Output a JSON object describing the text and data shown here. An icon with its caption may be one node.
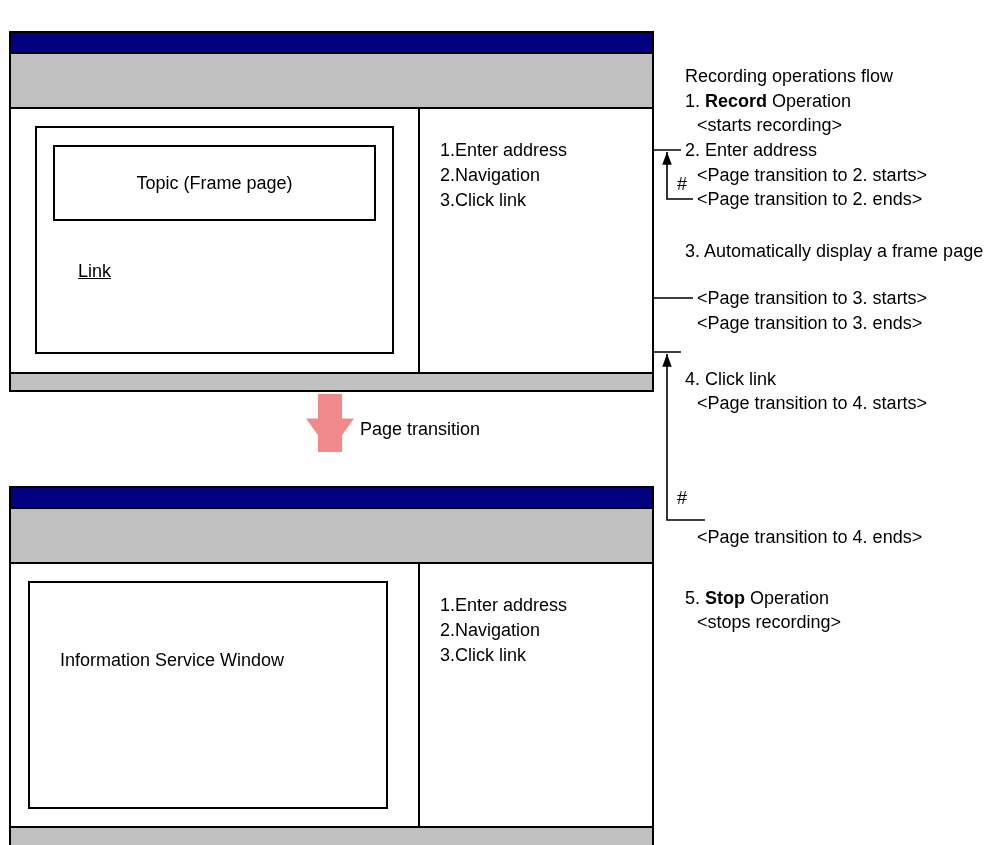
{
  "diagram": {
    "nodes": [
      {
        "text": [],
        "shape": "box"
      },
      {
        "text": [],
        "shape": "bar",
        "in": 0
      },
      {
        "text": [],
        "shape": "bar",
        "in": 0
      },
      {
        "text": [
          "Link"
        ],
        "in": 0
      },
      {
        "text": [
          "Topic (Frame page)"
        ],
        "in": 3
      },
      {
        "text": [
          "1.Enter address"
        ],
        "in": 0
      },
      {
        "text": [
          "2.Navigation"
        ],
        "in": 0
      },
      {
        "text": [
          "3.Click link"
        ],
        "in": 0
      },
      {
        "text": [],
        "shape": "bar",
        "in": 0
      },
      {
        "text": [
          "2. Enter address"
        ]
      },
      {
        "text": [
          "<Page transition to 2. ends>"
        ]
      },
      {
        "text": [
          "<Page transition to 3. starts>"
        ]
      },
      {
        "text": [
          "<Page transition to 4. ends>"
        ]
      },
      {
        "text": [],
        "shape": "box"
      },
      {
        "text": [],
        "shape": "bar",
        "in": 13
      },
      {
        "text": [],
        "shape": "bar",
        "in": 13
      },
      {
        "text": [
          "Information Service Window"
        ],
        "in": 13
      },
      {
        "text": [
          "1.Enter address"
        ],
        "in": 13
      },
      {
        "text": [
          "2.Navigation"
        ],
        "in": 13
      },
      {
        "text": [
          "3.Click link"
        ],
        "in": 13
      },
      {
        "text": [],
        "shape": "bar",
        "in": 13
      }
    ],
    "edges": [
      {
        "from": 9,
        "to": 5,
        "arrow": "to"
      },
      {
        "from": 10,
        "to": 9,
        "arrow": "to",
        "label": "#"
      },
      {
        "from": 11,
        "to": 6,
        "arrow": "to"
      },
      {
        "from": 12,
        "to": 7,
        "arrow": "to",
        "label": "#"
      },
      {
        "from": 0,
        "to": 13,
        "arrow": "to",
        "label": "Page transition",
        "style": "thick",
        "color": "#f08a8a"
      }
    ],
    "labels": [
      "Recording operations flow",
      "1. **Record** Operation",
      "<starts recording>",
      "<Page transition to 2. starts>",
      "3. Automatically display a frame page",
      "<Page transition to 3. ends>",
      "4. Click link",
      "<Page transition to 4. starts>",
      "5. **Stop** Operation",
      "<stops recording>"
    ]
  }
}
